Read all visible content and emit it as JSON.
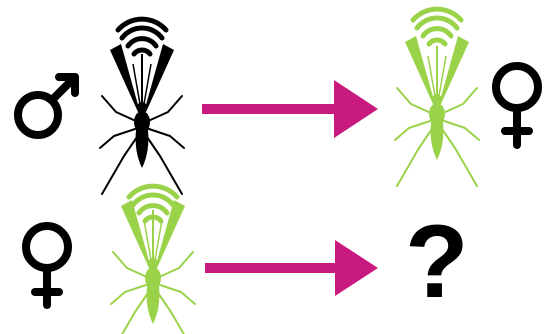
{
  "colors": {
    "wildtype": "#000000",
    "transgenic": "#9ad24a",
    "arrow": "#c8197f",
    "background": "#ffffff"
  },
  "icons": {
    "male": "male-symbol-icon",
    "female": "female-symbol-icon",
    "mosquito": "mosquito-icon",
    "sound_waves": "sound-waves-icon",
    "arrow": "arrow-right-icon"
  },
  "rows": [
    {
      "sex": "male",
      "mosquito_color": "wildtype",
      "result_sex": "female",
      "result_color": "transgenic",
      "result_text": ""
    },
    {
      "sex": "female",
      "mosquito_color": "transgenic",
      "result_sex": "",
      "result_color": "",
      "result_text": "?"
    }
  ]
}
